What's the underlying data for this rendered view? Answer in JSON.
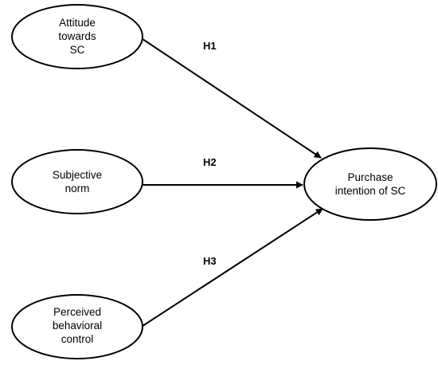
{
  "nodes": {
    "attitude": {
      "lines": [
        "Attitude",
        "towards",
        "SC"
      ]
    },
    "subjective_norm": {
      "lines": [
        "Subjective",
        "norm"
      ]
    },
    "perceived_control": {
      "lines": [
        "Perceived",
        "behavioral",
        "control"
      ]
    },
    "purchase_intention": {
      "lines": [
        "Purchase",
        "intention of SC"
      ]
    }
  },
  "edges": {
    "h1": {
      "label": "H1"
    },
    "h2": {
      "label": "H2"
    },
    "h3": {
      "label": "H3"
    }
  },
  "colors": {
    "stroke": "#000000",
    "background": "#ffffff"
  }
}
